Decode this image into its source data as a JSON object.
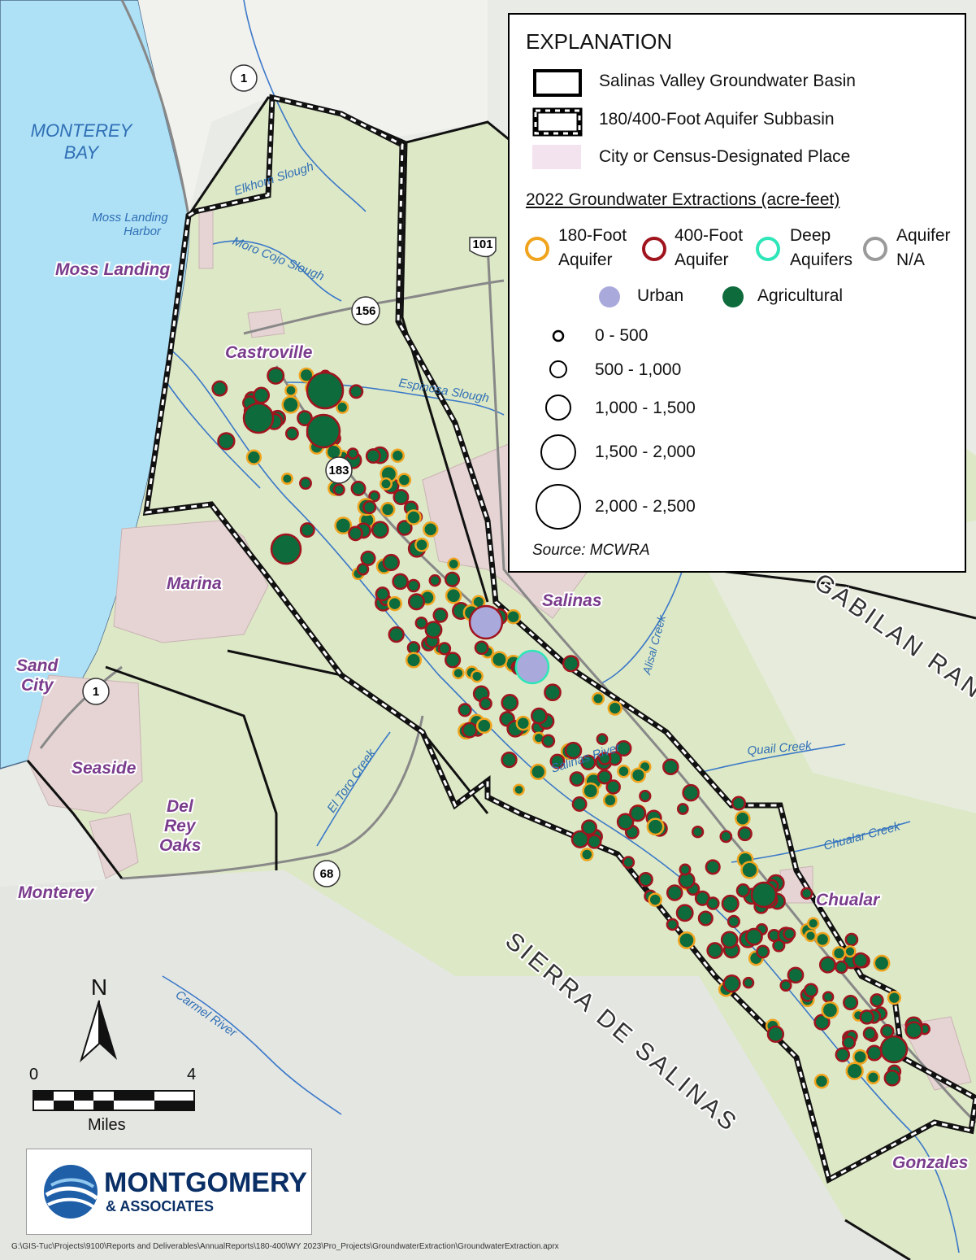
{
  "legend": {
    "title": "EXPLANATION",
    "basin": "Salinas Valley Groundwater Basin",
    "subbasin": "180/400-Foot Aquifer Subbasin",
    "city": "City or Census-Designated Place",
    "extractions_title": "2022 Groundwater Extractions (acre-feet)",
    "aq180_a": "180-Foot",
    "aq180_b": "Aquifer",
    "aq400_a": "400-Foot",
    "aq400_b": "Aquifer",
    "deep_a": "Deep",
    "deep_b": "Aquifers",
    "na_a": "Aquifer",
    "na_b": "N/A",
    "urban": "Urban",
    "agricultural": "Agricultural",
    "sizes": [
      "0 - 500",
      "500 - 1,000",
      "1,000 - 1,500",
      "1,500 - 2,000",
      "2,000 - 2,500"
    ],
    "source": "Source: MCWRA"
  },
  "colors": {
    "aq180": "#f0a41e",
    "aq400": "#a0141e",
    "deep": "#2ee6b8",
    "na": "#9a9a9a",
    "urban": "#a9a9dc",
    "agricultural": "#0d6b3c",
    "ocean": "#aee0f6",
    "land": "#dde8c6",
    "city": "#e6d4d4",
    "river": "#3a78c8"
  },
  "places": {
    "moss_landing": "Moss Landing",
    "castroville": "Castroville",
    "marina": "Marina",
    "salinas": "Salinas",
    "sand_city_a": "Sand",
    "sand_city_b": "City",
    "seaside": "Seaside",
    "del_rey_a": "Del",
    "del_rey_b": "Rey",
    "del_rey_c": "Oaks",
    "monterey": "Monterey",
    "chualar": "Chualar",
    "gonzales": "Gonzales"
  },
  "water": {
    "bay_a": "MONTEREY",
    "bay_b": "BAY",
    "harbor_a": "Moss Landing",
    "harbor_b": "Harbor",
    "elkhorn": "Elkhorn Slough",
    "moro_cojo": "Moro Cojo Slough",
    "espinosa": "Espinosa Slough",
    "alisal": "Alisal Creek",
    "quail": "Quail Creek",
    "chualar_creek": "Chualar Creek",
    "el_toro": "El Toro Creek",
    "salinas_river": "Salinas River",
    "carmel": "Carmel River"
  },
  "ranges": {
    "gabilan": "GABILAN RANGE",
    "sierra": "SIERRA DE SALINAS"
  },
  "routes": [
    "1",
    "101",
    "156",
    "183",
    "1",
    "68"
  ],
  "scale": {
    "zero": "0",
    "four": "4",
    "units": "Miles",
    "north": "N"
  },
  "logo": {
    "name": "MONTGOMERY",
    "sub": "& ASSOCIATES"
  },
  "filepath": "G:\\GIS-Tuc\\Projects\\9100\\Reports and Deliverables\\AnnualReports\\180-400\\WY 2023\\Pro_Projects\\GroundwaterExtraction\\GroundwaterExtraction.aprx"
}
